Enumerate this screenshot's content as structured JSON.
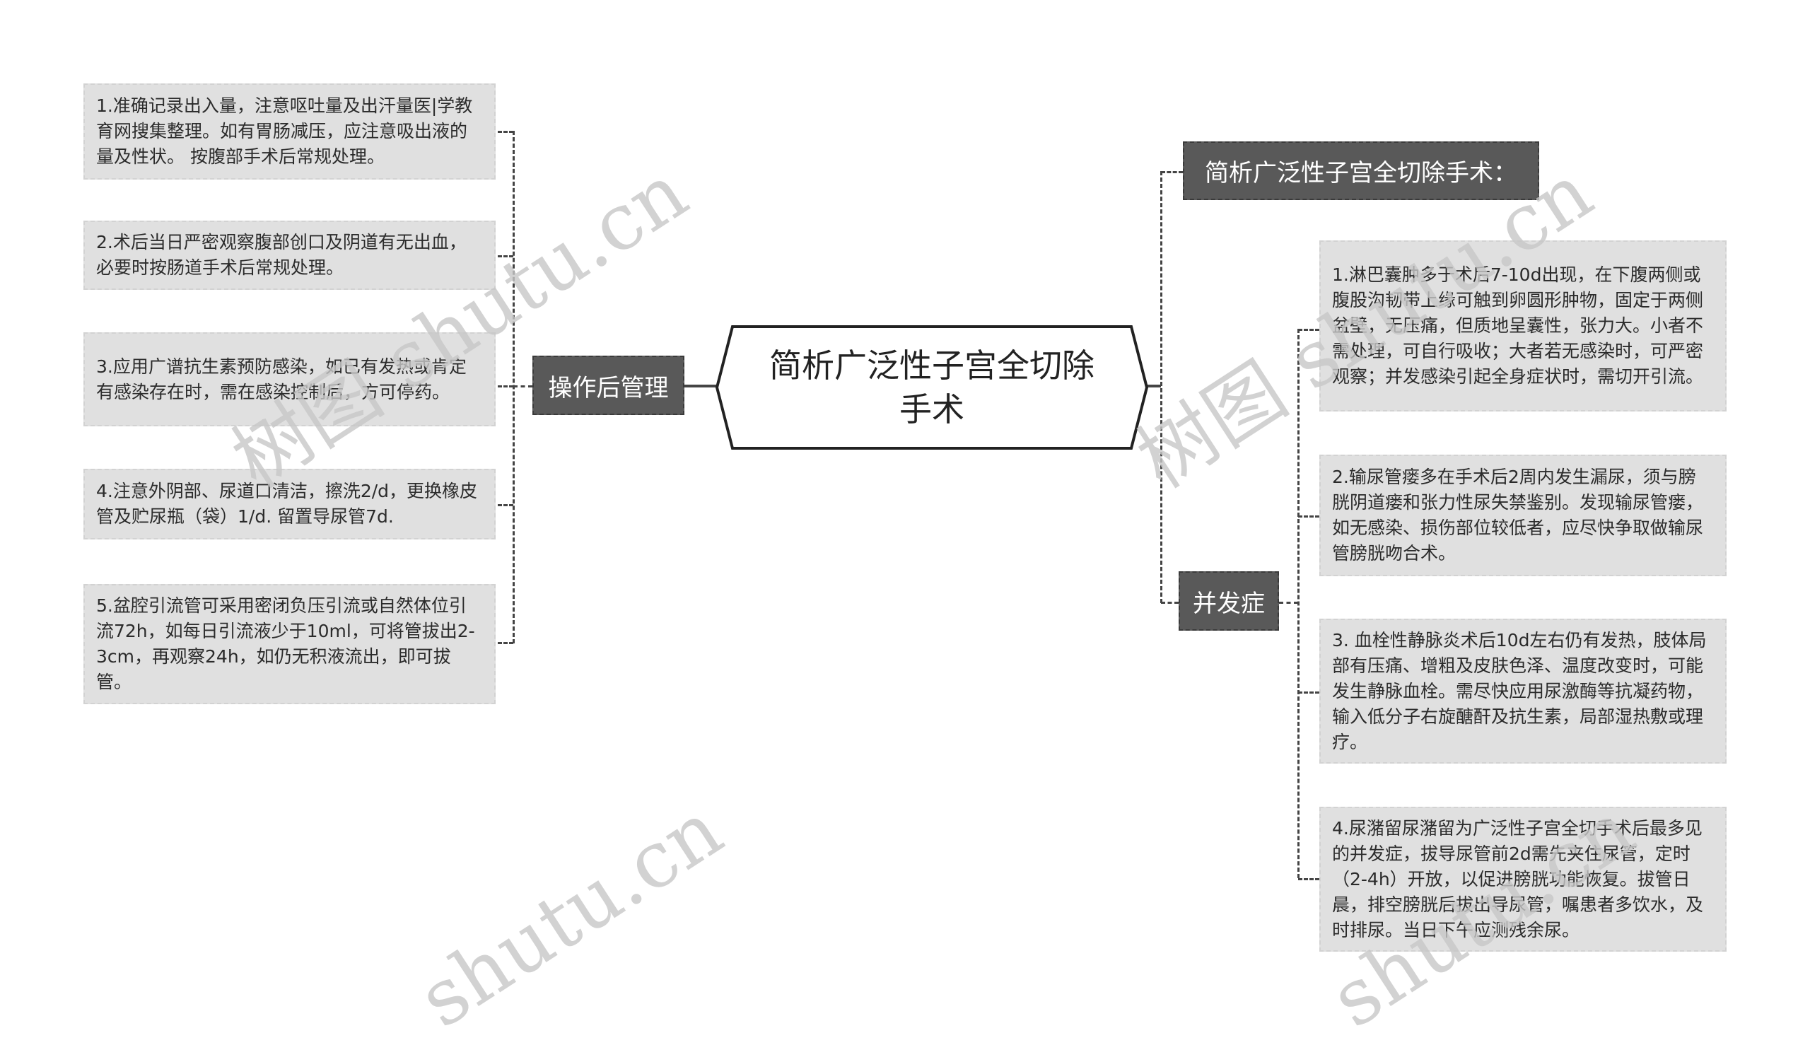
{
  "root": {
    "title": "简析广泛性子宫全切除手术"
  },
  "left_branch": {
    "label": "操作后管理",
    "items": [
      "1.准确记录出入量，注意呕吐量及出汗量医|学教育网搜集整理。如有胃肠减压，应注意吸出液的量及性状。 按腹部手术后常规处理。",
      "2.术后当日严密观察腹部创口及阴道有无出血，必要时按肠道手术后常规处理。",
      "3.应用广谱抗生素预防感染，如已有发热或肯定有感染存在时，需在感染控制后，方可停药。",
      "4.注意外阴部、尿道口清洁，擦洗2/d，更换橡皮管及贮尿瓶（袋）1/d. 留置导尿管7d.",
      "5.盆腔引流管可采用密闭负压引流或自然体位引流72h，如每日引流液少于10ml，可将管拔出2-3cm，再观察24h，如仍无积液流出，即可拔管。"
    ]
  },
  "right_branches": [
    {
      "label": "简析广泛性子宫全切除手术：",
      "items": []
    },
    {
      "label": "并发症",
      "items": [
        "1.淋巴囊肿多于术后7-10d出现，在下腹两侧或腹股沟韧带上缘可触到卵圆形肿物，固定于两侧盆壁，无压痛，但质地呈囊性，张力大。小者不需处理，可自行吸收；大者若无感染时，可严密观察；并发感染引起全身症状时，需切开引流。",
        "2.输尿管瘘多在手术后2周内发生漏尿，须与膀胱阴道瘘和张力性尿失禁鉴别。发现输尿管瘘，如无感染、损伤部位较低者，应尽快争取做输尿管膀胱吻合术。",
        "3. 血栓性静脉炎术后10d左右仍有发热，肢体局部有压痛、增粗及皮肤色泽、温度改变时，可能发生静脉血栓。需尽快应用尿激酶等抗凝药物，输入低分子右旋醣酐及抗生素，局部湿热敷或理疗。",
        "4.尿潴留尿潴留为广泛性子宫全切手术后最多见的并发症，拔导尿管前2d需先夹住尿管，定时（2-4h）开放，以促进膀胱功能恢复。拔管日晨，排空膀胱后拔出导尿管，嘱患者多饮水，及时排尿。当日下午应测残余尿。"
      ]
    }
  ],
  "watermarks": [
    "树图 shutu.cn",
    "树图 shutu.cn",
    "shutu.cn",
    "shutu.cn"
  ],
  "colors": {
    "dark_node": "#595959",
    "leaf_node": "#e0e0e0",
    "line": "#444444",
    "watermark": "#c8c8c8"
  }
}
